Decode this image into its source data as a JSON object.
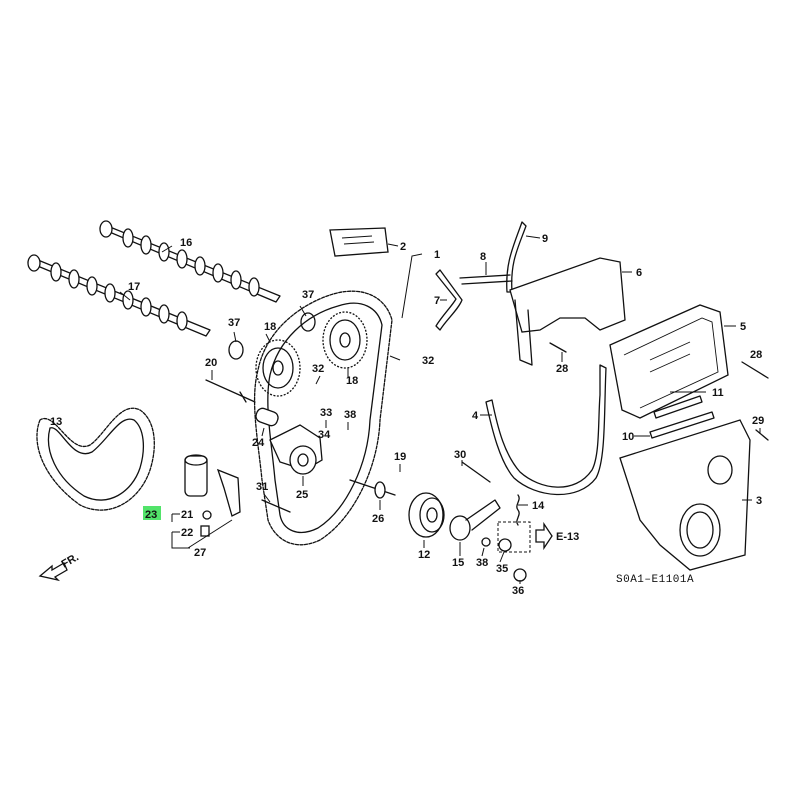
{
  "diagram": {
    "code": "S0A1–E1101A",
    "direction_label": "FR.",
    "reference_label": "E-13",
    "highlight_color": "#52e36a",
    "callouts": [
      {
        "id": "c1",
        "label": "1"
      },
      {
        "id": "c2",
        "label": "2"
      },
      {
        "id": "c3",
        "label": "3"
      },
      {
        "id": "c4",
        "label": "4"
      },
      {
        "id": "c5",
        "label": "5"
      },
      {
        "id": "c6",
        "label": "6"
      },
      {
        "id": "c7",
        "label": "7"
      },
      {
        "id": "c8",
        "label": "8"
      },
      {
        "id": "c9",
        "label": "9"
      },
      {
        "id": "c10",
        "label": "10"
      },
      {
        "id": "c11",
        "label": "11"
      },
      {
        "id": "c12",
        "label": "12"
      },
      {
        "id": "c13",
        "label": "13"
      },
      {
        "id": "c14",
        "label": "14"
      },
      {
        "id": "c15",
        "label": "15"
      },
      {
        "id": "c16",
        "label": "16"
      },
      {
        "id": "c17",
        "label": "17"
      },
      {
        "id": "c18a",
        "label": "18"
      },
      {
        "id": "c18b",
        "label": "18"
      },
      {
        "id": "c19",
        "label": "19"
      },
      {
        "id": "c20",
        "label": "20"
      },
      {
        "id": "c21",
        "label": "21"
      },
      {
        "id": "c22",
        "label": "22"
      },
      {
        "id": "c23",
        "label": "23"
      },
      {
        "id": "c24",
        "label": "24",
        "highlighted": true
      },
      {
        "id": "c25",
        "label": "25"
      },
      {
        "id": "c26",
        "label": "26"
      },
      {
        "id": "c27",
        "label": "27"
      },
      {
        "id": "c28a",
        "label": "28"
      },
      {
        "id": "c28b",
        "label": "28"
      },
      {
        "id": "c29",
        "label": "29"
      },
      {
        "id": "c30",
        "label": "30"
      },
      {
        "id": "c31",
        "label": "31"
      },
      {
        "id": "c32",
        "label": "32"
      },
      {
        "id": "c33",
        "label": "33"
      },
      {
        "id": "c34",
        "label": "34"
      },
      {
        "id": "c35",
        "label": "35"
      },
      {
        "id": "c36",
        "label": "36"
      },
      {
        "id": "c37a",
        "label": "37"
      },
      {
        "id": "c37b",
        "label": "37"
      },
      {
        "id": "c38a",
        "label": "38"
      },
      {
        "id": "c38b",
        "label": "38"
      }
    ]
  }
}
